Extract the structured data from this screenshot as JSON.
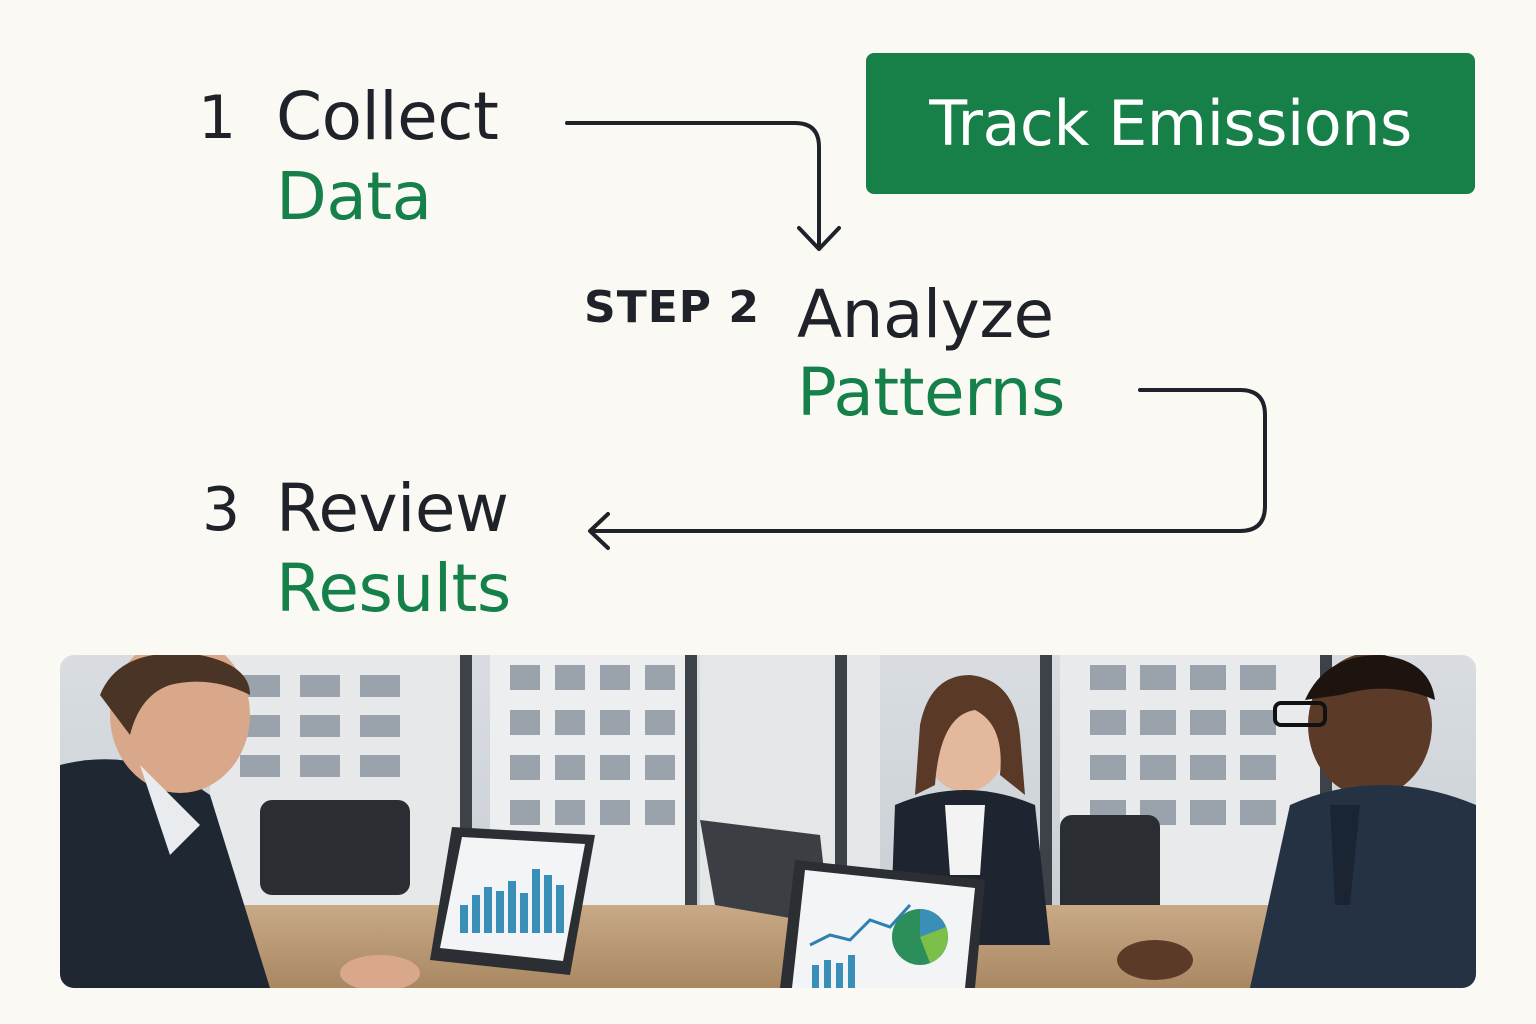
{
  "badge": {
    "label": "Track Emissions"
  },
  "steps": [
    {
      "number": "1",
      "title": "Collect",
      "subtitle": "Data"
    },
    {
      "prefix": "STEP 2",
      "title": "Analyze",
      "subtitle": "Patterns"
    },
    {
      "number": "3",
      "title": "Review",
      "subtitle": "Results"
    }
  ],
  "colors": {
    "background": "#fbf9f4",
    "accent_green": "#15804a",
    "badge_green": "#177f48",
    "text_dark": "#1f2329"
  },
  "photo": {
    "icon": "office-meeting-photo"
  }
}
